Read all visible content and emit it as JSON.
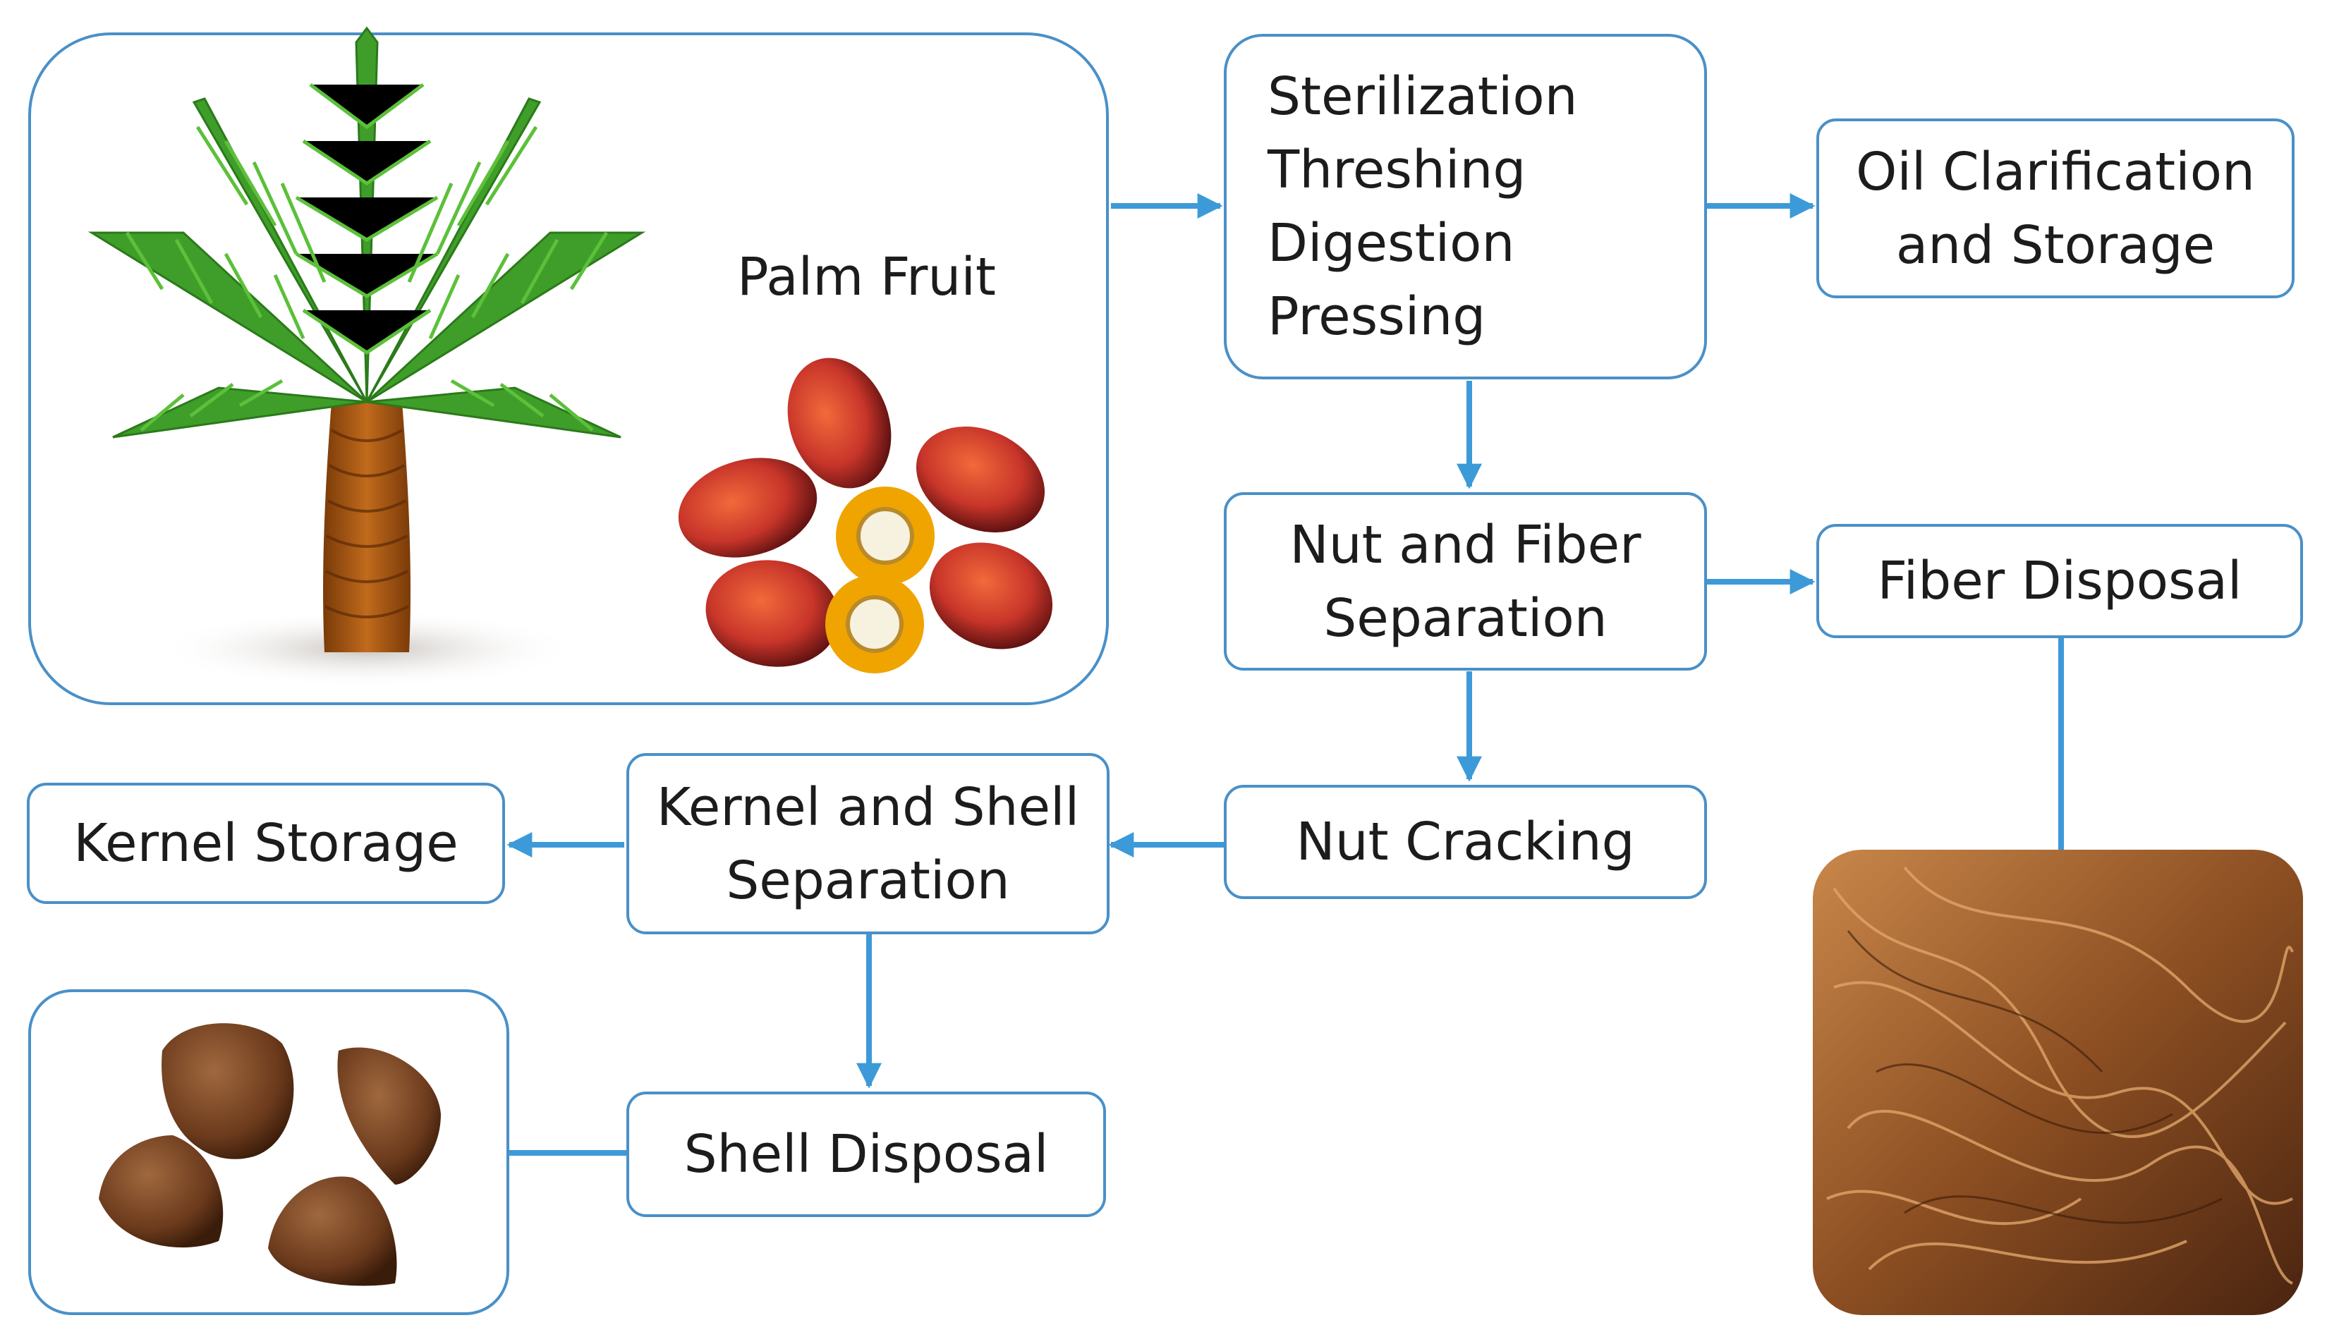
{
  "palm_fruit": {
    "label": "Palm Fruit"
  },
  "process_1": {
    "lines": [
      "Sterilization",
      "Threshing",
      "Digestion",
      "Pressing"
    ]
  },
  "oil": {
    "lines": [
      "Oil Clarification",
      "and Storage"
    ]
  },
  "nut_fiber": {
    "lines": [
      "Nut and Fiber",
      "Separation"
    ]
  },
  "fiber_disposal": {
    "label": "Fiber Disposal"
  },
  "nut_cracking": {
    "label": "Nut Cracking"
  },
  "kernel_shell": {
    "lines": [
      "Kernel and Shell",
      "Separation"
    ]
  },
  "kernel_storage": {
    "label": "Kernel Storage"
  },
  "shell_disposal": {
    "label": "Shell Disposal"
  },
  "colors": {
    "line": "#3d9ad8",
    "border": "#4a90c8"
  }
}
